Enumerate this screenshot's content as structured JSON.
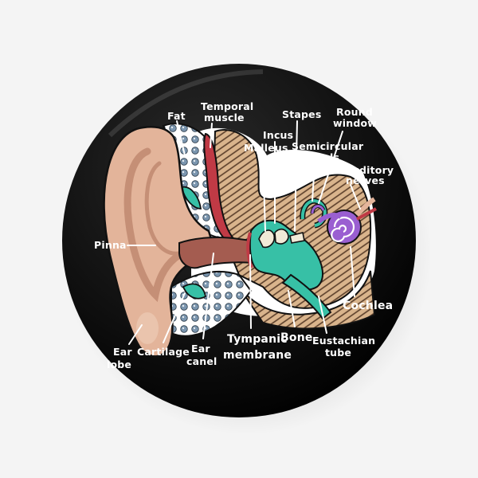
{
  "diagram": {
    "labels": {
      "fat": "Fat",
      "temporal_muscle_1": "Temporal",
      "temporal_muscle_2": "muscle",
      "stapes": "Stapes",
      "round_window_1": "Round",
      "round_window_2": "window",
      "incus": "Incus",
      "malleus": "Malleus",
      "semicircular_1": "Semicircular",
      "semicircular_2": "canels",
      "auditory_1": "Auditory",
      "auditory_2": "nerves",
      "pinna": "Pinna",
      "cochlea": "Cochlea",
      "ear_lobe_1": "Ear",
      "ear_lobe_2": "lobe",
      "cartilage": "Cartilage",
      "ear_canal_1": "Ear",
      "ear_canal_2": "canel",
      "tympanic_1": "Tympanic",
      "tympanic_2": "membrane",
      "bone": "Bone",
      "eustachian_1": "Eustachian",
      "eustachian_2": "tube"
    }
  },
  "colors": {
    "background": "#f4f4f4",
    "button": "#0d0d0d",
    "skin": "#e3b49a",
    "skin_dark": "#c58f76",
    "canal": "#a45c50",
    "muscle": "#c03a45",
    "bone": "#d9b48c",
    "bone_hatch": "#5a3e2a",
    "middle_ear": "#37c0a6",
    "cochlea": "#9a5fd1",
    "fat_dot": "#7a95ae",
    "outline": "#ffffff"
  }
}
